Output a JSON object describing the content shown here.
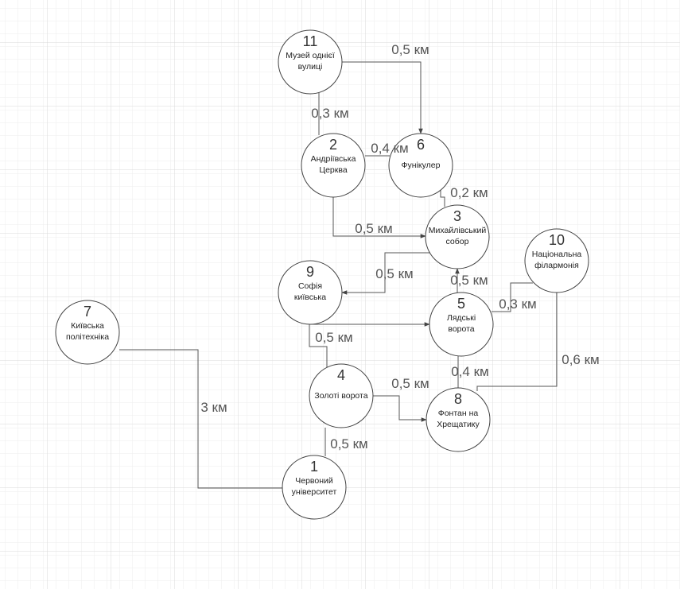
{
  "diagram": {
    "nodes": [
      {
        "id": "11",
        "num": "11",
        "lines": [
          "Музей однієї",
          "вулиці"
        ]
      },
      {
        "id": "2",
        "num": "2",
        "lines": [
          "Андріївська",
          "Церква"
        ]
      },
      {
        "id": "6",
        "num": "6",
        "lines": [
          "Фунікулер"
        ]
      },
      {
        "id": "3",
        "num": "3",
        "lines": [
          "Михайлівський",
          "собор"
        ]
      },
      {
        "id": "10",
        "num": "10",
        "lines": [
          "Національна",
          "філармонія"
        ]
      },
      {
        "id": "9",
        "num": "9",
        "lines": [
          "Софія",
          "київська"
        ]
      },
      {
        "id": "5",
        "num": "5",
        "lines": [
          "Лядські",
          "ворота"
        ]
      },
      {
        "id": "7",
        "num": "7",
        "lines": [
          "Київська",
          "політехніка"
        ]
      },
      {
        "id": "4",
        "num": "4",
        "lines": [
          "Золоті ворота"
        ]
      },
      {
        "id": "8",
        "num": "8",
        "lines": [
          "Фонтан на",
          "Хрещатику"
        ]
      },
      {
        "id": "1",
        "num": "1",
        "lines": [
          "Червоний",
          "університет"
        ]
      }
    ],
    "edges": [
      {
        "id": "e11-6",
        "from": "11",
        "to": "6",
        "label": "0,5 км",
        "arrow": true
      },
      {
        "id": "e11-2",
        "from": "11",
        "to": "2",
        "label": "0,3 км",
        "arrow": false
      },
      {
        "id": "e2-6",
        "from": "2",
        "to": "6",
        "label": "0,4 км",
        "arrow": false
      },
      {
        "id": "e6-3",
        "from": "6",
        "to": "3",
        "label": "0,2 км",
        "arrow": false
      },
      {
        "id": "e2-3",
        "from": "2",
        "to": "3",
        "label": "0,5 км",
        "arrow": true
      },
      {
        "id": "e3-9",
        "from": "3",
        "to": "9",
        "label": "0,5 км",
        "arrow": true
      },
      {
        "id": "e5-3",
        "from": "5",
        "to": "3",
        "label": "0,5 км",
        "arrow": true
      },
      {
        "id": "e10-5",
        "from": "10",
        "to": "5",
        "label": "0,3 км",
        "arrow": false
      },
      {
        "id": "e9-5",
        "from": "9",
        "to": "5",
        "label": "",
        "arrow": true
      },
      {
        "id": "e9-4",
        "from": "9",
        "to": "4",
        "label": "0,5 км",
        "arrow": false
      },
      {
        "id": "e5-8",
        "from": "5",
        "to": "8",
        "label": "0,4 км",
        "arrow": false
      },
      {
        "id": "e10-8",
        "from": "10",
        "to": "8",
        "label": "0,6 км",
        "arrow": false
      },
      {
        "id": "e4-8",
        "from": "4",
        "to": "8",
        "label": "0,5 км",
        "arrow": true
      },
      {
        "id": "e4-1",
        "from": "4",
        "to": "1",
        "label": "0,5 км",
        "arrow": false
      },
      {
        "id": "e7-1",
        "from": "7",
        "to": "1",
        "label": "3 км",
        "arrow": false
      }
    ]
  }
}
